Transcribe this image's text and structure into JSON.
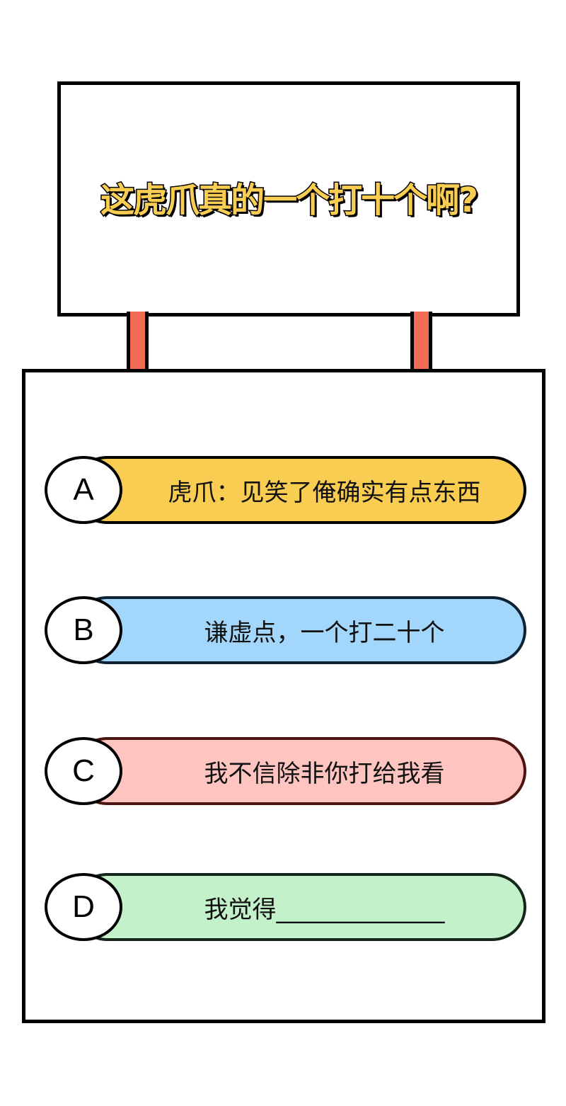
{
  "title": "这虎爪真的一个打十个啊?",
  "colors": {
    "title_fill": "#f9cc52",
    "post": "#f26b55"
  },
  "options": [
    {
      "letter": "A",
      "text": "虎爪：见笑了俺确实有点东西",
      "color": "#f9cc52",
      "border": "#000000"
    },
    {
      "letter": "B",
      "text": "谦虚点，一个打二十个",
      "color": "#a2d6fa",
      "border": "#0e2233"
    },
    {
      "letter": "C",
      "text": "我不信除非你打给我看",
      "color": "#fec4c0",
      "border": "#4a1410"
    },
    {
      "letter": "D",
      "text": "我觉得______________",
      "color": "#c3f1c9",
      "border": "#14261a"
    }
  ]
}
